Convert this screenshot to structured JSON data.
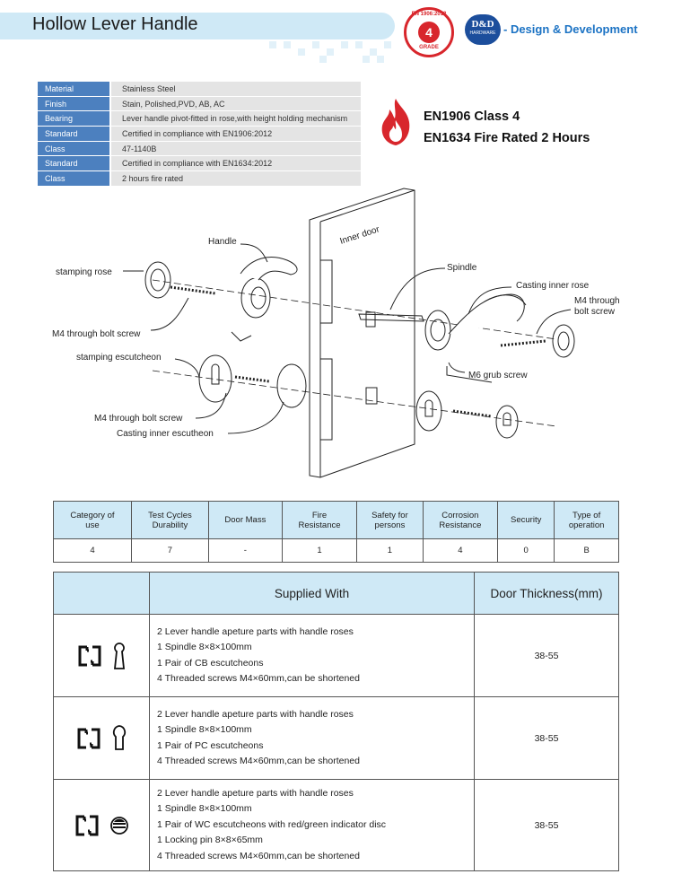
{
  "header": {
    "title": "Hollow Lever Handle",
    "badge": {
      "top_text": "EN 1906:2012",
      "grade": "4",
      "bottom_text": "GRADE"
    },
    "logo": {
      "text": "D&D",
      "sub": "HARDWARE"
    },
    "tagline": "- Design & Development"
  },
  "specs": [
    {
      "key": "Material",
      "value": "Stainless Steel"
    },
    {
      "key": "Finish",
      "value": "Stain, Polished,PVD, AB, AC"
    },
    {
      "key": "Bearing",
      "value": "Lever handle pivot-fitted in rose,with height holding mechanism"
    },
    {
      "key": "Standard",
      "value": "Certified in compliance with EN1906:2012"
    },
    {
      "key": "Class",
      "value": "47-1140B"
    },
    {
      "key": "Standard",
      "value": "Certified in compliance with EN1634:2012"
    },
    {
      "key": "Class",
      "value": "2 hours fire rated"
    }
  ],
  "ratings": {
    "line1": "EN1906 Class 4",
    "line2": "EN1634 Fire Rated 2 Hours"
  },
  "diagram": {
    "door_label": "Inner door",
    "labels": {
      "handle": "Handle",
      "stamping_rose": "stamping rose",
      "m4_bolt_1": "M4 through bolt screw",
      "stamping_escutcheon": "stamping escutcheon",
      "m4_bolt_2": "M4 through bolt screw",
      "casting_inner_escutcheon": "Casting inner escutheon",
      "spindle": "Spindle",
      "casting_inner_rose": "Casting inner rose",
      "m4_through_1": "M4 through",
      "m4_through_2": "bolt screw",
      "m6_grub": "M6 grub screw"
    }
  },
  "performance": {
    "headers": [
      [
        "Category of",
        "use"
      ],
      [
        "Test Cycles",
        "Durability"
      ],
      [
        "Door Mass",
        ""
      ],
      [
        "Fire",
        "Resistance"
      ],
      [
        "Safety for",
        "persons"
      ],
      [
        "Corrosion",
        "Resistance"
      ],
      [
        "Security",
        ""
      ],
      [
        "Type of",
        "operation"
      ]
    ],
    "values": [
      "4",
      "7",
      "-",
      "1",
      "1",
      "4",
      "0",
      "B"
    ]
  },
  "supplied": {
    "header_supplied": "Supplied With",
    "header_thickness": "Door Thickness(mm)",
    "rows": [
      {
        "icon": "cb-escutcheon-icon",
        "items": [
          "2 Lever handle apeture parts with handle roses",
          "1 Spindle 8×8×100mm",
          "1 Pair of CB escutcheons",
          "4 Threaded screws M4×60mm,can be shortened"
        ],
        "thickness": "38-55"
      },
      {
        "icon": "pc-escutcheon-icon",
        "items": [
          "2 Lever handle apeture parts with handle roses",
          "1 Spindle 8×8×100mm",
          "1 Pair of PC escutcheons",
          "4 Threaded screws M4×60mm,can be shortened"
        ],
        "thickness": "38-55"
      },
      {
        "icon": "wc-escutcheon-icon",
        "items": [
          "2 Lever handle apeture parts with handle roses",
          "1 Spindle 8×8×100mm",
          "1 Pair of WC escutcheons with red/green indicator disc",
          "1 Locking pin 8×8×65mm",
          "4 Threaded screws M4×60mm,can be shortened"
        ],
        "thickness": "38-55"
      }
    ]
  },
  "colors": {
    "accent_blue": "#4c80bf",
    "header_blue": "#cfe9f6",
    "fire_red": "#d8262c",
    "brand_blue": "#1c73c4"
  }
}
